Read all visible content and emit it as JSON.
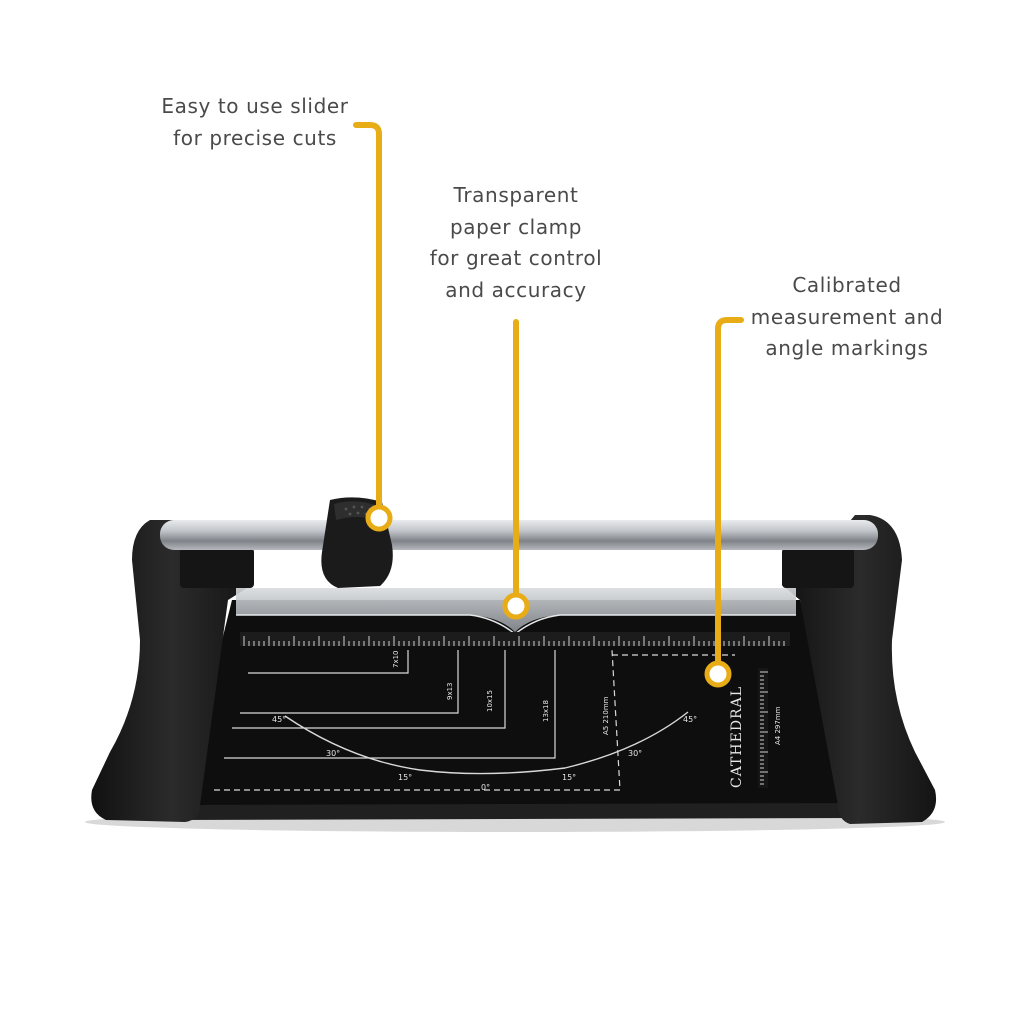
{
  "callouts": [
    {
      "lines": [
        "Easy to use slider",
        "for precise cuts"
      ]
    },
    {
      "lines": [
        "Transparent",
        "paper clamp",
        "for great control",
        "and accuracy"
      ]
    },
    {
      "lines": [
        "Calibrated",
        "measurement and",
        "angle markings"
      ]
    }
  ],
  "product": {
    "brand": "CATHEDRAL",
    "size_labels": [
      "7x10",
      "9x13",
      "10x15",
      "13x18",
      "A5 210mm",
      "A4 297mm"
    ],
    "angle_labels": [
      "45°",
      "30°",
      "15°",
      "0°",
      "15°",
      "30°",
      "45°"
    ]
  },
  "colors": {
    "accent": "#e8ac16",
    "body": "#1a1a1a",
    "cutting_mat": "#0d0d0d",
    "rail": "#b9bcc0",
    "text": "#4a4a4a"
  }
}
